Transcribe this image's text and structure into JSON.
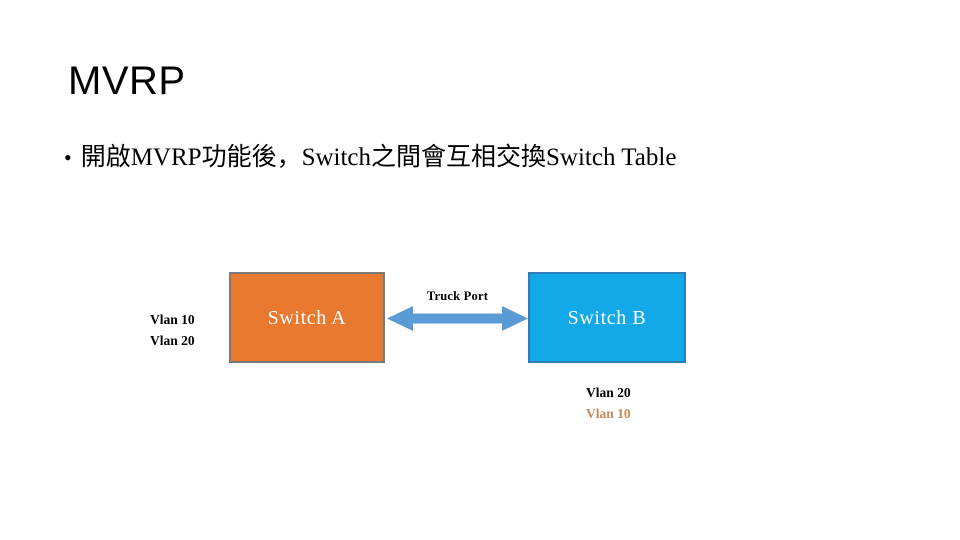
{
  "slide": {
    "title": "MVRP",
    "background_color": "#FFFFFF",
    "bullets": [
      {
        "marker": "•",
        "text": "開啟MVRP功能後，Switch之間會互相交換Switch Table"
      }
    ]
  },
  "diagram": {
    "left_vlan_list": {
      "line1": "Vlan 10",
      "line2": "Vlan 20",
      "color": "#000000"
    },
    "switch_a": {
      "label": "Switch A",
      "fill_color": "#E8792F",
      "border_color": "#7A7A7A",
      "text_color": "#FFFFFF"
    },
    "switch_b": {
      "label": "Switch B",
      "fill_color": "#13A9E8",
      "border_color": "#2E7FB8",
      "text_color": "#FFFFFF"
    },
    "link": {
      "label": "Truck Port",
      "arrow_color": "#5B9BD5",
      "direction": "bidirectional"
    },
    "right_vlan_list": {
      "line1": "Vlan 20",
      "line1_color": "#000000",
      "line2": "Vlan 10",
      "line2_color": "#C38B5C"
    }
  }
}
